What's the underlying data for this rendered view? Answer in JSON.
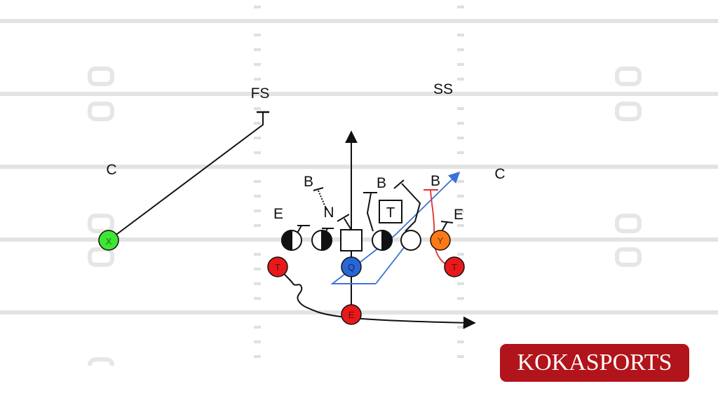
{
  "colors": {
    "field_line": "#e3e3e3",
    "number_ghost": "#e6e6e6",
    "route_black": "#111111",
    "route_blue": "#3a72d8",
    "route_red": "#e0312c",
    "player_red": "#e8191b",
    "player_green": "#3ee633",
    "player_blue": "#2a67d6",
    "player_orange": "#ff7a14",
    "brand_bg": "#b1141a",
    "brand_text": "#ffffff"
  },
  "defense_labels": {
    "free_safety": "FS",
    "strong_safety": "SS",
    "left_corner": "C",
    "right_corner": "C",
    "left_end": "E",
    "right_end": "E",
    "left_backer": "B",
    "middle_backer": "B",
    "right_backer": "B",
    "nose": "N",
    "tackle_box": "T"
  },
  "offense_labels": {
    "split_end": "X",
    "quarterback": "Q",
    "tailback": "E",
    "left_back": "T",
    "tight_end": "Y",
    "right_back": "T"
  },
  "icons": {
    "center": "square-outline",
    "lineman": "circle-outline",
    "shaded_lineman": "half-filled-circle"
  },
  "brand": {
    "logo_text": "KOKASPORTS"
  }
}
